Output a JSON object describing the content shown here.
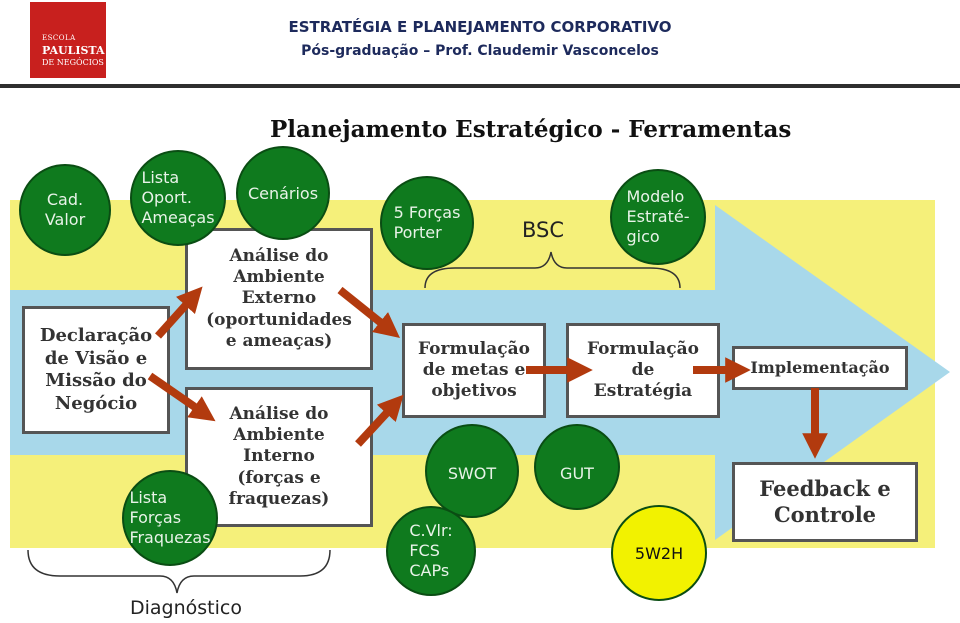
{
  "header": {
    "logo_line1": "ESCOLA",
    "logo_line2": "PAULISTA",
    "logo_line3": "DE NEGÓCIOS",
    "title": "ESTRATÉGIA E PLANEJAMENTO CORPORATIVO",
    "subtitle": "Pós-graduação – Prof. Claudemir Vasconcelos"
  },
  "diagram": {
    "title": "Planejamento Estratégico - Ferramentas",
    "boxes": {
      "declaracao": "Declaração\nde Visão e\nMissão do\nNegócio",
      "externo": "Análise do\nAmbiente\nExterno\n(oportunidades\ne ameaças)",
      "interno": "Análise do\nAmbiente\nInterno\n(forças e\nfraquezas)",
      "metas": "Formulação\nde metas e\nobjetivos",
      "estrategia": "Formulação\nde\nEstratégia",
      "implementacao": "Implementação",
      "feedback": "Feedback e\nControle"
    },
    "tools": {
      "cad_valor": "Cad.\nValor",
      "lista_oport": "Lista\nOport.\nAmeaças",
      "cenarios": "Cenários",
      "cinco_forcas": "5 Forças\nPorter",
      "bsc": "BSC",
      "modelo": "Modelo\nEstraté-\ngico",
      "lista_forcas": "Lista\nForças\nFraquezas",
      "swot": "SWOT",
      "gut": "GUT",
      "cvlr": "C.Vlr:\nFCS\nCAPs",
      "w5h": "5W2H",
      "diagnostico": "Diagnóstico"
    },
    "colors": {
      "big_arrow": "#a8d8ea",
      "band": "#f5f07a",
      "tool_circle": "#0f7a1e",
      "highlight_circle": "#f2f200",
      "flow_arrow": "#b23a0e"
    }
  }
}
